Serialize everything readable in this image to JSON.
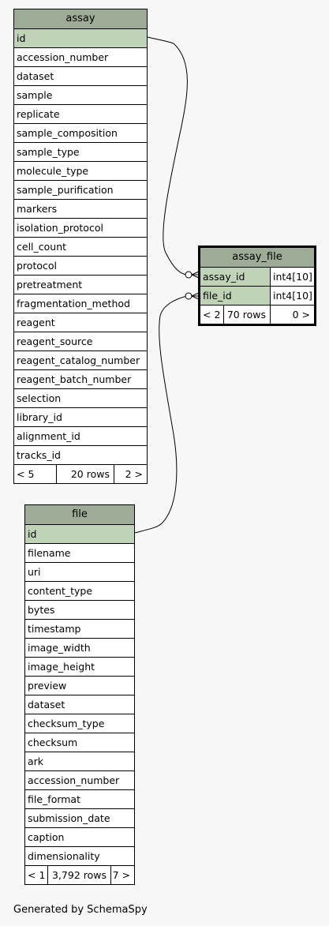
{
  "assay": {
    "title": "assay",
    "columns": [
      "id",
      "accession_number",
      "dataset",
      "sample",
      "replicate",
      "sample_composition",
      "sample_type",
      "molecule_type",
      "sample_purification",
      "markers",
      "isolation_protocol",
      "cell_count",
      "protocol",
      "pretreatment",
      "fragmentation_method",
      "reagent",
      "reagent_source",
      "reagent_catalog_number",
      "reagent_batch_number",
      "selection",
      "library_id",
      "alignment_id",
      "tracks_id"
    ],
    "footer": {
      "parents": "< 5",
      "rows": "20 rows",
      "children": "2 >"
    }
  },
  "assay_file": {
    "title": "assay_file",
    "columns": [
      {
        "name": "assay_id",
        "type": "int4[10]"
      },
      {
        "name": "file_id",
        "type": "int4[10]"
      }
    ],
    "footer": {
      "parents": "< 2",
      "rows": "70 rows",
      "children": "0 >"
    }
  },
  "file": {
    "title": "file",
    "columns": [
      "id",
      "filename",
      "uri",
      "content_type",
      "bytes",
      "timestamp",
      "image_width",
      "image_height",
      "preview",
      "dataset",
      "checksum_type",
      "checksum",
      "ark",
      "accession_number",
      "file_format",
      "submission_date",
      "caption",
      "dimensionality"
    ],
    "footer": {
      "parents": "< 1",
      "rows": "3,792 rows",
      "children": "7 >"
    }
  },
  "caption": "Generated by SchemaSpy"
}
